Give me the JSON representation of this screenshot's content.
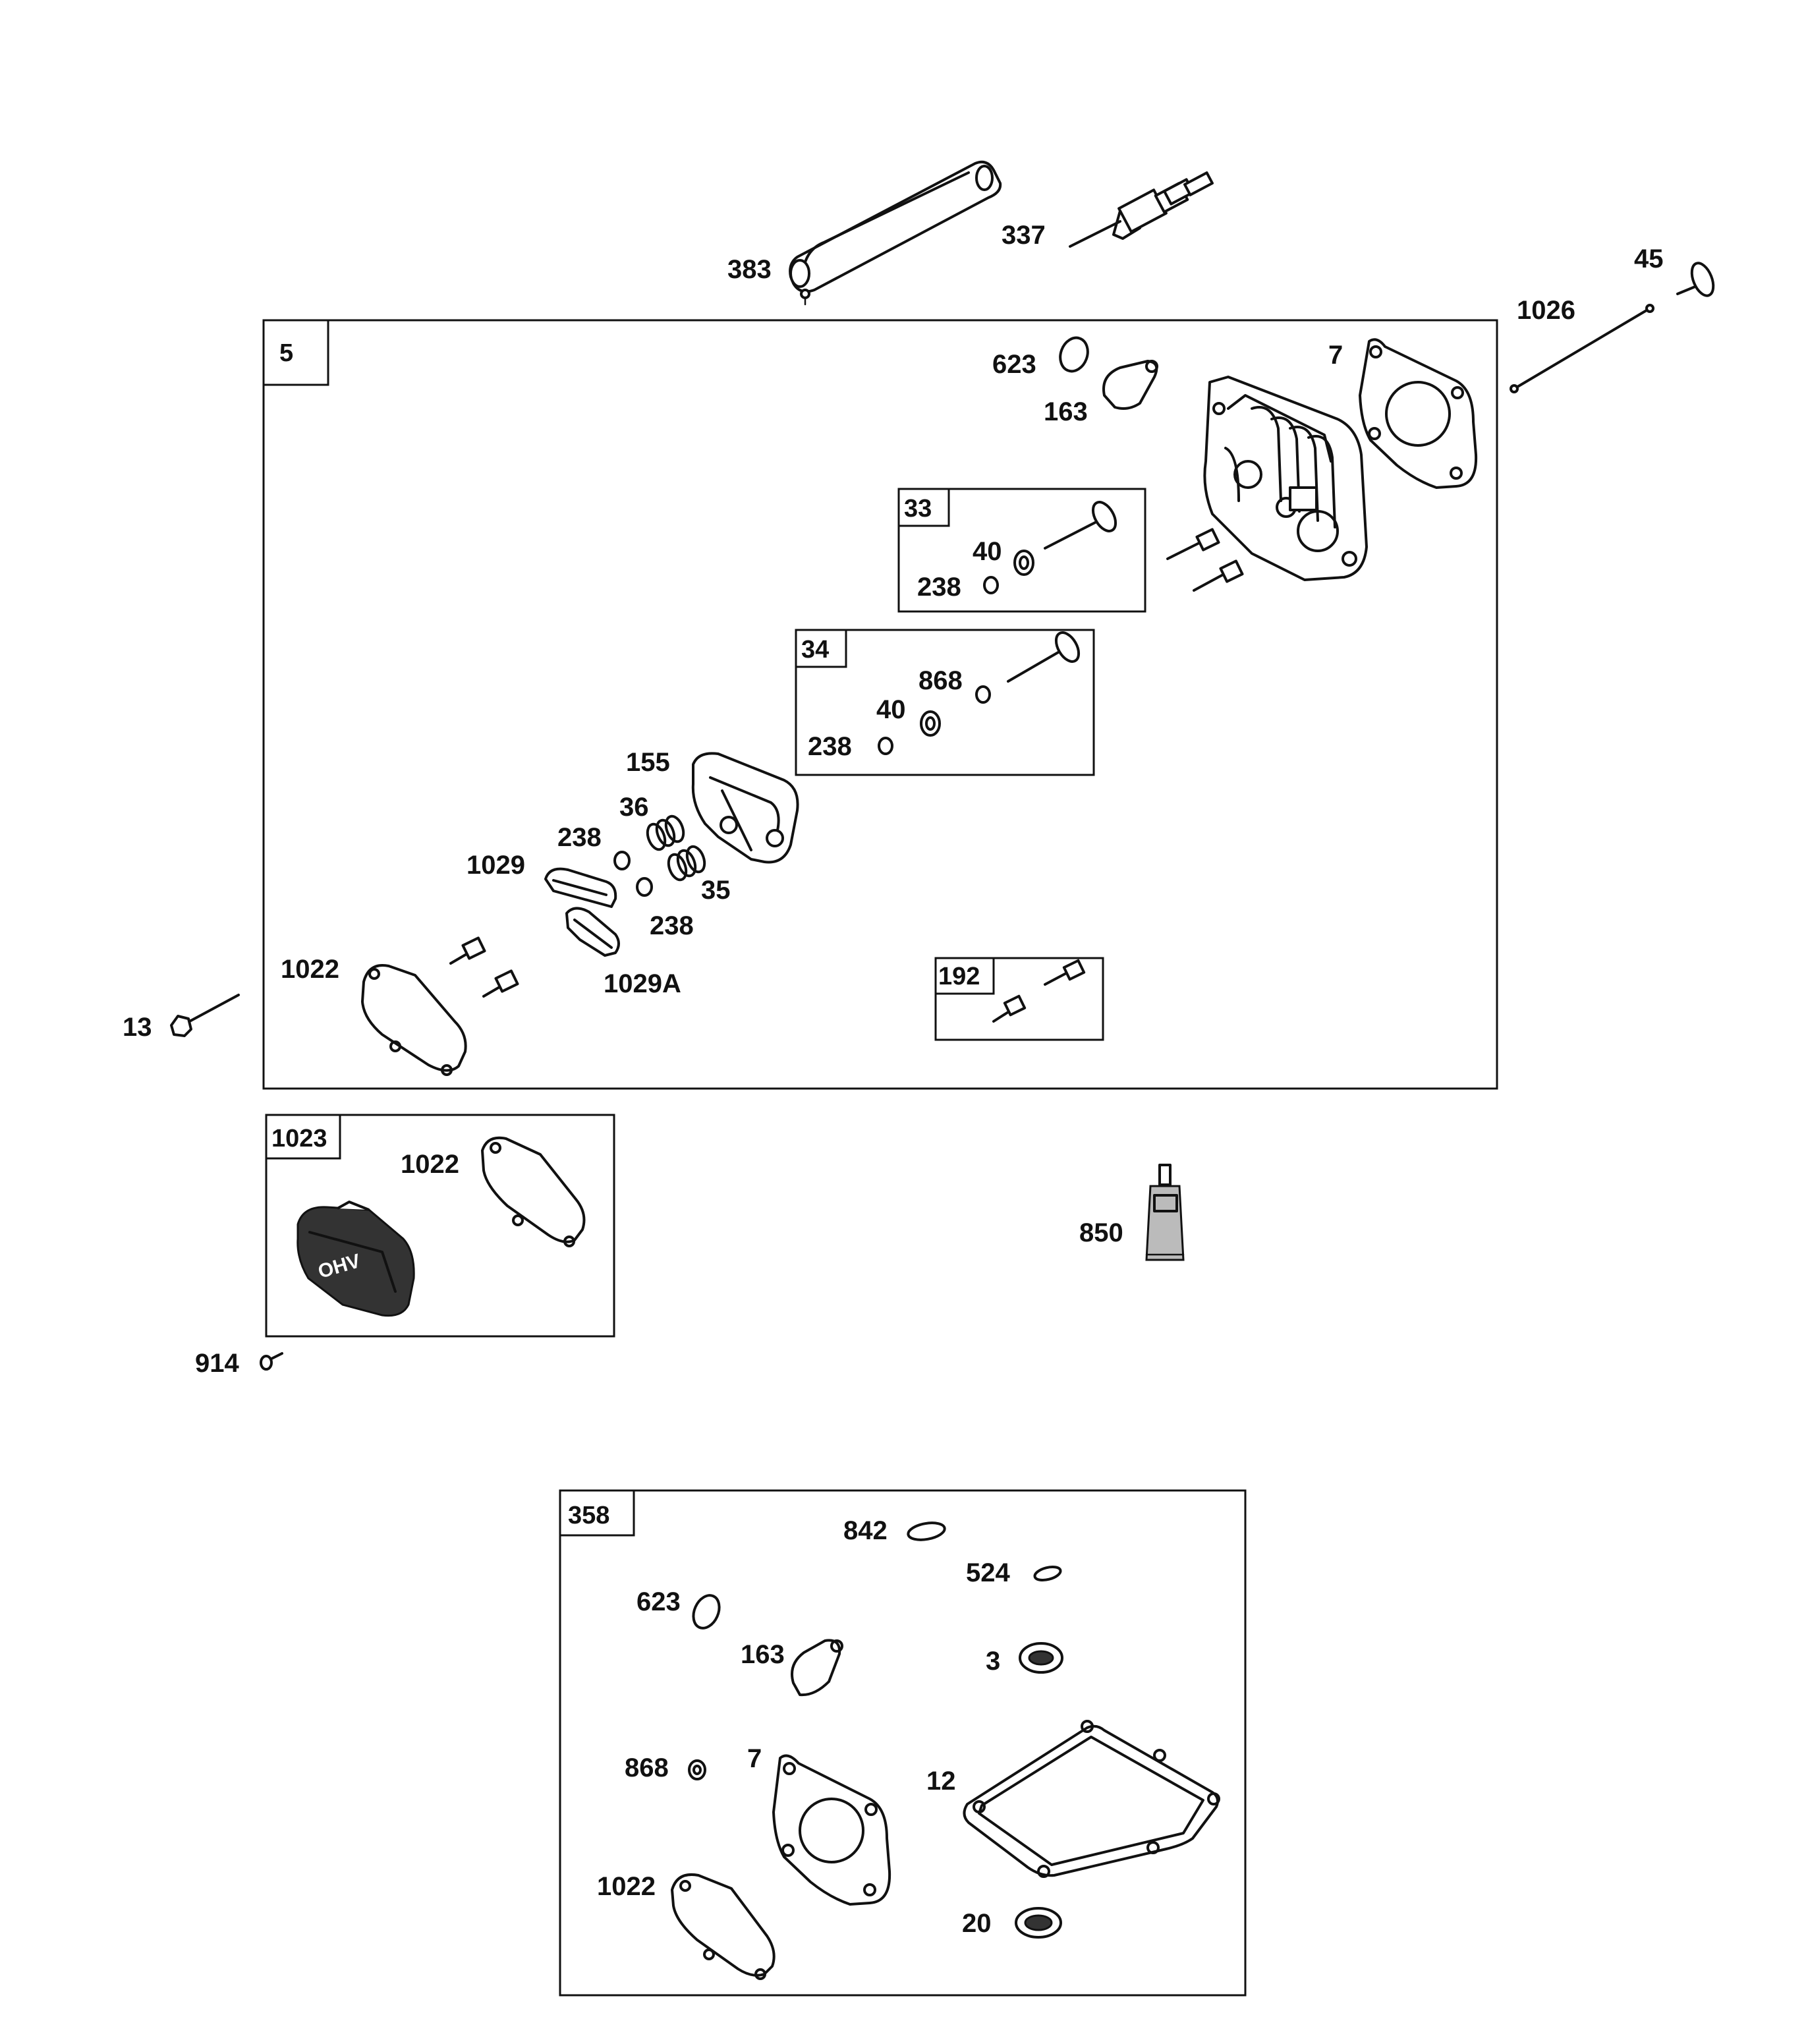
{
  "groups": {
    "g5": "5",
    "g33": "33",
    "g34": "34",
    "g192": "192",
    "g1023": "1023",
    "g358": "358"
  },
  "labels": {
    "p383": "383",
    "p337": "337",
    "p45": "45",
    "p1026": "1026",
    "p623": "623",
    "p163": "163",
    "p7": "7",
    "p40a": "40",
    "p238a": "238",
    "p868": "868",
    "p40b": "40",
    "p238b": "238",
    "p155": "155",
    "p36": "36",
    "p238c": "238",
    "p1029": "1029",
    "p35": "35",
    "p238d": "238",
    "p1022": "1022",
    "p1029a": "1029A",
    "p13": "13",
    "p1022b": "1022",
    "p850": "850",
    "p914": "914",
    "k842": "842",
    "k524": "524",
    "k623": "623",
    "k163": "163",
    "k3": "3",
    "k868": "868",
    "k7": "7",
    "k12": "12",
    "k1022": "1022",
    "k20": "20"
  },
  "decor": {
    "cover_logo": "OHV"
  }
}
